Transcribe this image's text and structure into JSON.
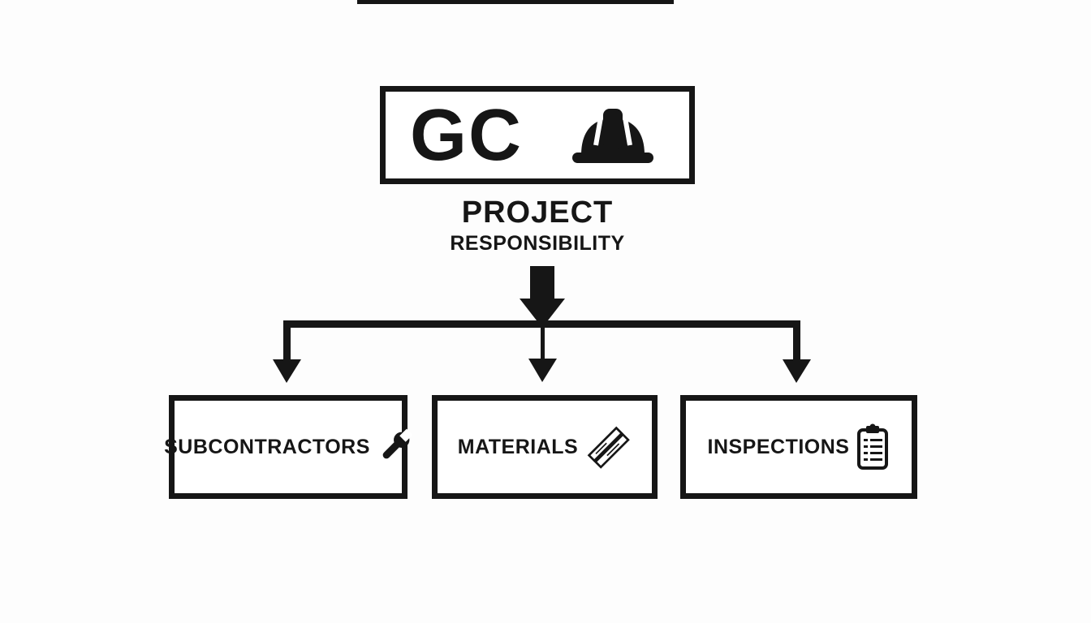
{
  "page": {
    "colors": {
      "ink": "#161616",
      "background": "#fdfdfd"
    }
  },
  "diagram": {
    "root": {
      "label": "GC",
      "icon": "hard-hat-icon",
      "caption1": "PROJECT",
      "caption2": "RESPONSIBILITY"
    },
    "children": [
      {
        "label": "SUBCONTRACTORS",
        "icon": "wrench-icon"
      },
      {
        "label": "MATERIALS",
        "icon": "lumber-icon"
      },
      {
        "label": "INSPECTIONS",
        "icon": "clipboard-icon"
      }
    ]
  }
}
